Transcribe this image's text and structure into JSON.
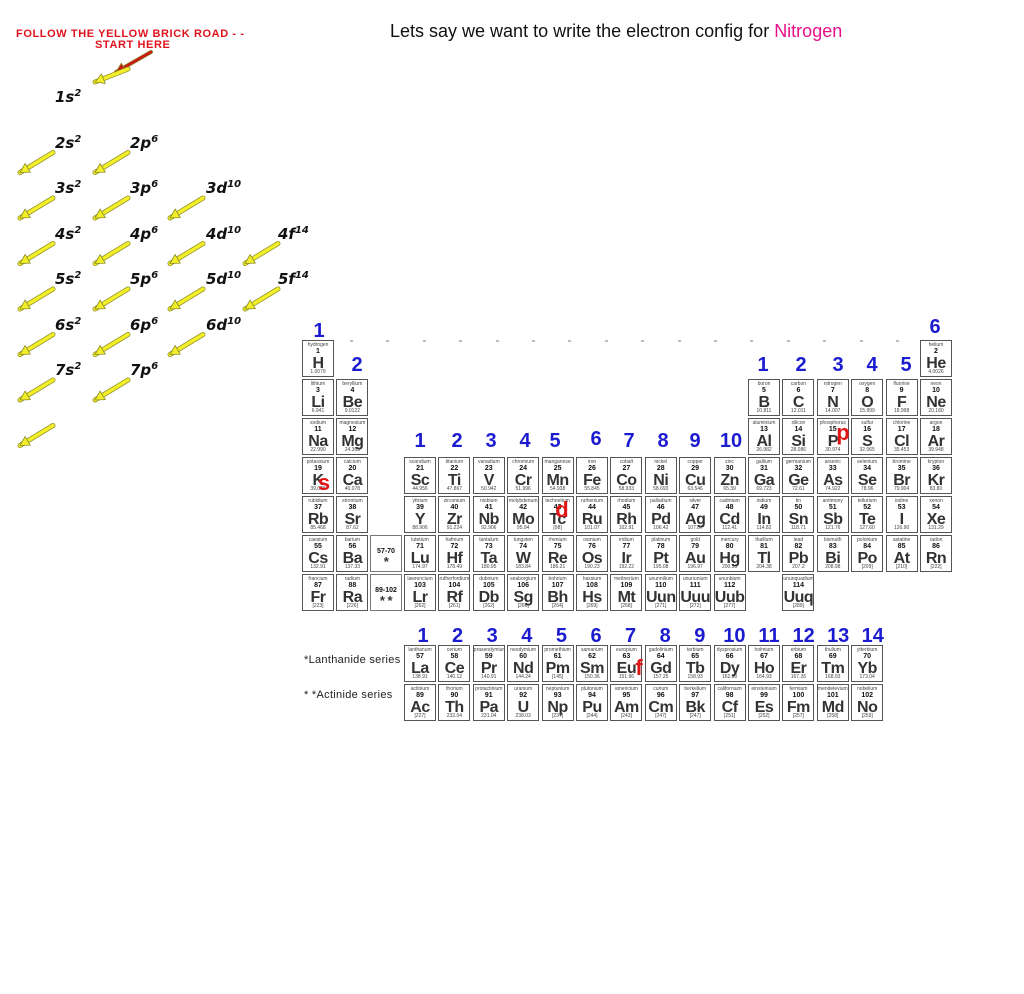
{
  "headline": {
    "text": "Lets say we want to write the electron config for ",
    "highlight": "Nitrogen",
    "highlight_color": "#e8108a"
  },
  "road": {
    "title_line1": "FOLLOW THE YELLOW BRICK ROAD  - -",
    "title_line2": "START  HERE",
    "orbitals": [
      {
        "n": "1",
        "l": "s",
        "e": "2",
        "row": 0,
        "col": 0
      },
      {
        "n": "2",
        "l": "s",
        "e": "2",
        "row": 1,
        "col": 0
      },
      {
        "n": "2",
        "l": "p",
        "e": "6",
        "row": 1,
        "col": 1
      },
      {
        "n": "3",
        "l": "s",
        "e": "2",
        "row": 2,
        "col": 0
      },
      {
        "n": "3",
        "l": "p",
        "e": "6",
        "row": 2,
        "col": 1
      },
      {
        "n": "3",
        "l": "d",
        "e": "10",
        "row": 2,
        "col": 2
      },
      {
        "n": "4",
        "l": "s",
        "e": "2",
        "row": 3,
        "col": 0
      },
      {
        "n": "4",
        "l": "p",
        "e": "6",
        "row": 3,
        "col": 1
      },
      {
        "n": "4",
        "l": "d",
        "e": "10",
        "row": 3,
        "col": 2
      },
      {
        "n": "4",
        "l": "f",
        "e": "14",
        "row": 3,
        "col": 3
      },
      {
        "n": "5",
        "l": "s",
        "e": "2",
        "row": 4,
        "col": 0
      },
      {
        "n": "5",
        "l": "p",
        "e": "6",
        "row": 4,
        "col": 1
      },
      {
        "n": "5",
        "l": "d",
        "e": "10",
        "row": 4,
        "col": 2
      },
      {
        "n": "5",
        "l": "f",
        "e": "14",
        "row": 4,
        "col": 3
      },
      {
        "n": "6",
        "l": "s",
        "e": "2",
        "row": 5,
        "col": 0
      },
      {
        "n": "6",
        "l": "p",
        "e": "6",
        "row": 5,
        "col": 1
      },
      {
        "n": "6",
        "l": "d",
        "e": "10",
        "row": 5,
        "col": 2
      },
      {
        "n": "7",
        "l": "s",
        "e": "2",
        "row": 6,
        "col": 0
      },
      {
        "n": "7",
        "l": "p",
        "e": "6",
        "row": 6,
        "col": 1
      }
    ],
    "arrow_color": "#f2ee2a",
    "start_arrow_color": "#cc1616"
  },
  "table": {
    "elements": [
      {
        "p": 1,
        "g": 1,
        "nm": "hydrogen",
        "z": "1",
        "sy": "H",
        "ma": "1.0079"
      },
      {
        "p": 1,
        "g": 18,
        "nm": "helium",
        "z": "2",
        "sy": "He",
        "ma": "4.0026"
      },
      {
        "p": 2,
        "g": 1,
        "nm": "lithium",
        "z": "3",
        "sy": "Li",
        "ma": "6.941"
      },
      {
        "p": 2,
        "g": 2,
        "nm": "beryllium",
        "z": "4",
        "sy": "Be",
        "ma": "9.0122"
      },
      {
        "p": 2,
        "g": 13,
        "nm": "boron",
        "z": "5",
        "sy": "B",
        "ma": "10.811"
      },
      {
        "p": 2,
        "g": 14,
        "nm": "carbon",
        "z": "6",
        "sy": "C",
        "ma": "12.011"
      },
      {
        "p": 2,
        "g": 15,
        "nm": "nitrogen",
        "z": "7",
        "sy": "N",
        "ma": "14.007"
      },
      {
        "p": 2,
        "g": 16,
        "nm": "oxygen",
        "z": "8",
        "sy": "O",
        "ma": "15.999"
      },
      {
        "p": 2,
        "g": 17,
        "nm": "fluorine",
        "z": "9",
        "sy": "F",
        "ma": "18.998"
      },
      {
        "p": 2,
        "g": 18,
        "nm": "neon",
        "z": "10",
        "sy": "Ne",
        "ma": "20.180"
      },
      {
        "p": 3,
        "g": 1,
        "nm": "sodium",
        "z": "11",
        "sy": "Na",
        "ma": "22.990"
      },
      {
        "p": 3,
        "g": 2,
        "nm": "magnesium",
        "z": "12",
        "sy": "Mg",
        "ma": "24.305"
      },
      {
        "p": 3,
        "g": 13,
        "nm": "aluminium",
        "z": "13",
        "sy": "Al",
        "ma": "26.982"
      },
      {
        "p": 3,
        "g": 14,
        "nm": "silicon",
        "z": "14",
        "sy": "Si",
        "ma": "28.086"
      },
      {
        "p": 3,
        "g": 15,
        "nm": "phosphorus",
        "z": "15",
        "sy": "P",
        "ma": "30.974"
      },
      {
        "p": 3,
        "g": 16,
        "nm": "sulfur",
        "z": "16",
        "sy": "S",
        "ma": "32.065"
      },
      {
        "p": 3,
        "g": 17,
        "nm": "chlorine",
        "z": "17",
        "sy": "Cl",
        "ma": "35.453"
      },
      {
        "p": 3,
        "g": 18,
        "nm": "argon",
        "z": "18",
        "sy": "Ar",
        "ma": "39.948"
      },
      {
        "p": 4,
        "g": 1,
        "nm": "potassium",
        "z": "19",
        "sy": "K",
        "ma": "39.098"
      },
      {
        "p": 4,
        "g": 2,
        "nm": "calcium",
        "z": "20",
        "sy": "Ca",
        "ma": "40.078"
      },
      {
        "p": 4,
        "g": 3,
        "nm": "scandium",
        "z": "21",
        "sy": "Sc",
        "ma": "44.956"
      },
      {
        "p": 4,
        "g": 4,
        "nm": "titanium",
        "z": "22",
        "sy": "Ti",
        "ma": "47.867"
      },
      {
        "p": 4,
        "g": 5,
        "nm": "vanadium",
        "z": "23",
        "sy": "V",
        "ma": "50.942"
      },
      {
        "p": 4,
        "g": 6,
        "nm": "chromium",
        "z": "24",
        "sy": "Cr",
        "ma": "51.996"
      },
      {
        "p": 4,
        "g": 7,
        "nm": "manganese",
        "z": "25",
        "sy": "Mn",
        "ma": "54.938"
      },
      {
        "p": 4,
        "g": 8,
        "nm": "iron",
        "z": "26",
        "sy": "Fe",
        "ma": "55.845"
      },
      {
        "p": 4,
        "g": 9,
        "nm": "cobalt",
        "z": "27",
        "sy": "Co",
        "ma": "58.933"
      },
      {
        "p": 4,
        "g": 10,
        "nm": "nickel",
        "z": "28",
        "sy": "Ni",
        "ma": "58.693"
      },
      {
        "p": 4,
        "g": 11,
        "nm": "copper",
        "z": "29",
        "sy": "Cu",
        "ma": "63.546"
      },
      {
        "p": 4,
        "g": 12,
        "nm": "zinc",
        "z": "30",
        "sy": "Zn",
        "ma": "65.39"
      },
      {
        "p": 4,
        "g": 13,
        "nm": "gallium",
        "z": "31",
        "sy": "Ga",
        "ma": "69.723"
      },
      {
        "p": 4,
        "g": 14,
        "nm": "germanium",
        "z": "32",
        "sy": "Ge",
        "ma": "72.61"
      },
      {
        "p": 4,
        "g": 15,
        "nm": "arsenic",
        "z": "33",
        "sy": "As",
        "ma": "74.922"
      },
      {
        "p": 4,
        "g": 16,
        "nm": "selenium",
        "z": "34",
        "sy": "Se",
        "ma": "78.96"
      },
      {
        "p": 4,
        "g": 17,
        "nm": "bromine",
        "z": "35",
        "sy": "Br",
        "ma": "79.904"
      },
      {
        "p": 4,
        "g": 18,
        "nm": "krypton",
        "z": "36",
        "sy": "Kr",
        "ma": "83.80"
      },
      {
        "p": 5,
        "g": 1,
        "nm": "rubidium",
        "z": "37",
        "sy": "Rb",
        "ma": "85.468"
      },
      {
        "p": 5,
        "g": 2,
        "nm": "strontium",
        "z": "38",
        "sy": "Sr",
        "ma": "87.62"
      },
      {
        "p": 5,
        "g": 3,
        "nm": "yttrium",
        "z": "39",
        "sy": "Y",
        "ma": "88.906"
      },
      {
        "p": 5,
        "g": 4,
        "nm": "zirconium",
        "z": "40",
        "sy": "Zr",
        "ma": "91.224"
      },
      {
        "p": 5,
        "g": 5,
        "nm": "niobium",
        "z": "41",
        "sy": "Nb",
        "ma": "92.906"
      },
      {
        "p": 5,
        "g": 6,
        "nm": "molybdenum",
        "z": "42",
        "sy": "Mo",
        "ma": "95.94"
      },
      {
        "p": 5,
        "g": 7,
        "nm": "technetium",
        "z": "43",
        "sy": "Tc",
        "ma": "[98]"
      },
      {
        "p": 5,
        "g": 8,
        "nm": "ruthenium",
        "z": "44",
        "sy": "Ru",
        "ma": "101.07"
      },
      {
        "p": 5,
        "g": 9,
        "nm": "rhodium",
        "z": "45",
        "sy": "Rh",
        "ma": "102.91"
      },
      {
        "p": 5,
        "g": 10,
        "nm": "palladium",
        "z": "46",
        "sy": "Pd",
        "ma": "106.42"
      },
      {
        "p": 5,
        "g": 11,
        "nm": "silver",
        "z": "47",
        "sy": "Ag",
        "ma": "107.87"
      },
      {
        "p": 5,
        "g": 12,
        "nm": "cadmium",
        "z": "48",
        "sy": "Cd",
        "ma": "112.41"
      },
      {
        "p": 5,
        "g": 13,
        "nm": "indium",
        "z": "49",
        "sy": "In",
        "ma": "114.82"
      },
      {
        "p": 5,
        "g": 14,
        "nm": "tin",
        "z": "50",
        "sy": "Sn",
        "ma": "118.71"
      },
      {
        "p": 5,
        "g": 15,
        "nm": "antimony",
        "z": "51",
        "sy": "Sb",
        "ma": "121.76"
      },
      {
        "p": 5,
        "g": 16,
        "nm": "tellurium",
        "z": "52",
        "sy": "Te",
        "ma": "127.60"
      },
      {
        "p": 5,
        "g": 17,
        "nm": "iodine",
        "z": "53",
        "sy": "I",
        "ma": "126.90"
      },
      {
        "p": 5,
        "g": 18,
        "nm": "xenon",
        "z": "54",
        "sy": "Xe",
        "ma": "131.29"
      },
      {
        "p": 6,
        "g": 1,
        "nm": "caesium",
        "z": "55",
        "sy": "Cs",
        "ma": "132.91"
      },
      {
        "p": 6,
        "g": 2,
        "nm": "barium",
        "z": "56",
        "sy": "Ba",
        "ma": "137.33"
      },
      {
        "p": 6,
        "g": 2.5,
        "nm": "",
        "z": "57-70",
        "sy": "*",
        "ma": "",
        "ph": true
      },
      {
        "p": 6,
        "g": 3,
        "nm": "lutetium",
        "z": "71",
        "sy": "Lu",
        "ma": "174.97"
      },
      {
        "p": 6,
        "g": 4,
        "nm": "hafnium",
        "z": "72",
        "sy": "Hf",
        "ma": "178.49"
      },
      {
        "p": 6,
        "g": 5,
        "nm": "tantalum",
        "z": "73",
        "sy": "Ta",
        "ma": "180.95"
      },
      {
        "p": 6,
        "g": 6,
        "nm": "tungsten",
        "z": "74",
        "sy": "W",
        "ma": "183.84"
      },
      {
        "p": 6,
        "g": 7,
        "nm": "rhenium",
        "z": "75",
        "sy": "Re",
        "ma": "186.21"
      },
      {
        "p": 6,
        "g": 8,
        "nm": "osmium",
        "z": "76",
        "sy": "Os",
        "ma": "190.23"
      },
      {
        "p": 6,
        "g": 9,
        "nm": "iridium",
        "z": "77",
        "sy": "Ir",
        "ma": "192.22"
      },
      {
        "p": 6,
        "g": 10,
        "nm": "platinum",
        "z": "78",
        "sy": "Pt",
        "ma": "195.08"
      },
      {
        "p": 6,
        "g": 11,
        "nm": "gold",
        "z": "79",
        "sy": "Au",
        "ma": "196.97"
      },
      {
        "p": 6,
        "g": 12,
        "nm": "mercury",
        "z": "80",
        "sy": "Hg",
        "ma": "200.59"
      },
      {
        "p": 6,
        "g": 13,
        "nm": "thallium",
        "z": "81",
        "sy": "Tl",
        "ma": "204.38"
      },
      {
        "p": 6,
        "g": 14,
        "nm": "lead",
        "z": "82",
        "sy": "Pb",
        "ma": "207.2"
      },
      {
        "p": 6,
        "g": 15,
        "nm": "bismuth",
        "z": "83",
        "sy": "Bi",
        "ma": "208.98"
      },
      {
        "p": 6,
        "g": 16,
        "nm": "polonium",
        "z": "84",
        "sy": "Po",
        "ma": "[209]"
      },
      {
        "p": 6,
        "g": 17,
        "nm": "astatine",
        "z": "85",
        "sy": "At",
        "ma": "[210]"
      },
      {
        "p": 6,
        "g": 18,
        "nm": "radon",
        "z": "86",
        "sy": "Rn",
        "ma": "[222]"
      },
      {
        "p": 7,
        "g": 1,
        "nm": "francium",
        "z": "87",
        "sy": "Fr",
        "ma": "[223]"
      },
      {
        "p": 7,
        "g": 2,
        "nm": "radium",
        "z": "88",
        "sy": "Ra",
        "ma": "[226]"
      },
      {
        "p": 7,
        "g": 2.5,
        "nm": "",
        "z": "89-102",
        "sy": "* *",
        "ma": "",
        "ph": true
      },
      {
        "p": 7,
        "g": 3,
        "nm": "lawrencium",
        "z": "103",
        "sy": "Lr",
        "ma": "[262]"
      },
      {
        "p": 7,
        "g": 4,
        "nm": "rutherfordium",
        "z": "104",
        "sy": "Rf",
        "ma": "[261]"
      },
      {
        "p": 7,
        "g": 5,
        "nm": "dubnium",
        "z": "105",
        "sy": "Db",
        "ma": "[262]"
      },
      {
        "p": 7,
        "g": 6,
        "nm": "seaborgium",
        "z": "106",
        "sy": "Sg",
        "ma": "[266]"
      },
      {
        "p": 7,
        "g": 7,
        "nm": "bohrium",
        "z": "107",
        "sy": "Bh",
        "ma": "[264]"
      },
      {
        "p": 7,
        "g": 8,
        "nm": "hassium",
        "z": "108",
        "sy": "Hs",
        "ma": "[269]"
      },
      {
        "p": 7,
        "g": 9,
        "nm": "meitnerium",
        "z": "109",
        "sy": "Mt",
        "ma": "[268]"
      },
      {
        "p": 7,
        "g": 10,
        "nm": "ununnilium",
        "z": "110",
        "sy": "Uun",
        "ma": "[271]"
      },
      {
        "p": 7,
        "g": 11,
        "nm": "unununium",
        "z": "111",
        "sy": "Uuu",
        "ma": "[272]"
      },
      {
        "p": 7,
        "g": 12,
        "nm": "ununbium",
        "z": "112",
        "sy": "Uub",
        "ma": "[277]"
      },
      {
        "p": 7,
        "g": 14,
        "nm": "ununquadium",
        "z": "114",
        "sy": "Uuq",
        "ma": "[289]"
      }
    ],
    "lanthanides": [
      {
        "nm": "lanthanum",
        "z": "57",
        "sy": "La",
        "ma": "138.91"
      },
      {
        "nm": "cerium",
        "z": "58",
        "sy": "Ce",
        "ma": "140.12"
      },
      {
        "nm": "praseodymium",
        "z": "59",
        "sy": "Pr",
        "ma": "140.91"
      },
      {
        "nm": "neodymium",
        "z": "60",
        "sy": "Nd",
        "ma": "144.24"
      },
      {
        "nm": "promethium",
        "z": "61",
        "sy": "Pm",
        "ma": "[145]"
      },
      {
        "nm": "samarium",
        "z": "62",
        "sy": "Sm",
        "ma": "150.36"
      },
      {
        "nm": "europium",
        "z": "63",
        "sy": "Eu",
        "ma": "151.96"
      },
      {
        "nm": "gadolinium",
        "z": "64",
        "sy": "Gd",
        "ma": "157.25"
      },
      {
        "nm": "terbium",
        "z": "65",
        "sy": "Tb",
        "ma": "158.93"
      },
      {
        "nm": "dysprosium",
        "z": "66",
        "sy": "Dy",
        "ma": "162.50"
      },
      {
        "nm": "holmium",
        "z": "67",
        "sy": "Ho",
        "ma": "164.93"
      },
      {
        "nm": "erbium",
        "z": "68",
        "sy": "Er",
        "ma": "167.26"
      },
      {
        "nm": "thulium",
        "z": "69",
        "sy": "Tm",
        "ma": "168.93"
      },
      {
        "nm": "ytterbium",
        "z": "70",
        "sy": "Yb",
        "ma": "173.04"
      }
    ],
    "actinides": [
      {
        "nm": "actinium",
        "z": "89",
        "sy": "Ac",
        "ma": "[227]"
      },
      {
        "nm": "thorium",
        "z": "90",
        "sy": "Th",
        "ma": "232.04"
      },
      {
        "nm": "protactinium",
        "z": "91",
        "sy": "Pa",
        "ma": "231.04"
      },
      {
        "nm": "uranium",
        "z": "92",
        "sy": "U",
        "ma": "238.03"
      },
      {
        "nm": "neptunium",
        "z": "93",
        "sy": "Np",
        "ma": "[237]"
      },
      {
        "nm": "plutonium",
        "z": "94",
        "sy": "Pu",
        "ma": "[244]"
      },
      {
        "nm": "americium",
        "z": "95",
        "sy": "Am",
        "ma": "[243]"
      },
      {
        "nm": "curium",
        "z": "96",
        "sy": "Cm",
        "ma": "[247]"
      },
      {
        "nm": "berkelium",
        "z": "97",
        "sy": "Bk",
        "ma": "[247]"
      },
      {
        "nm": "californium",
        "z": "98",
        "sy": "Cf",
        "ma": "[251]"
      },
      {
        "nm": "einsteinium",
        "z": "99",
        "sy": "Es",
        "ma": "[252]"
      },
      {
        "nm": "fermium",
        "z": "100",
        "sy": "Fm",
        "ma": "[257]"
      },
      {
        "nm": "mendelevium",
        "z": "101",
        "sy": "Md",
        "ma": "[258]"
      },
      {
        "nm": "nobelium",
        "z": "102",
        "sy": "No",
        "ma": "[259]"
      }
    ],
    "lanthanide_label": "*Lanthanide series",
    "actinide_label": "* *Actinide series"
  },
  "annotations": {
    "blue_color": "#1b1bd0",
    "red_color": "#e01616",
    "s_block": [
      "1",
      "2"
    ],
    "p_block": [
      "1",
      "2",
      "3",
      "4",
      "5",
      "6"
    ],
    "d_block": [
      "1",
      "2",
      "3",
      "4",
      "5",
      "6",
      "7",
      "8",
      "9",
      "10"
    ],
    "f_block": [
      "1",
      "2",
      "3",
      "4",
      "5",
      "6",
      "7",
      "8",
      "9",
      "10",
      "11",
      "12",
      "13",
      "14"
    ],
    "block_letters": {
      "s": "s",
      "p": "p",
      "d": "d",
      "f": "f"
    }
  }
}
